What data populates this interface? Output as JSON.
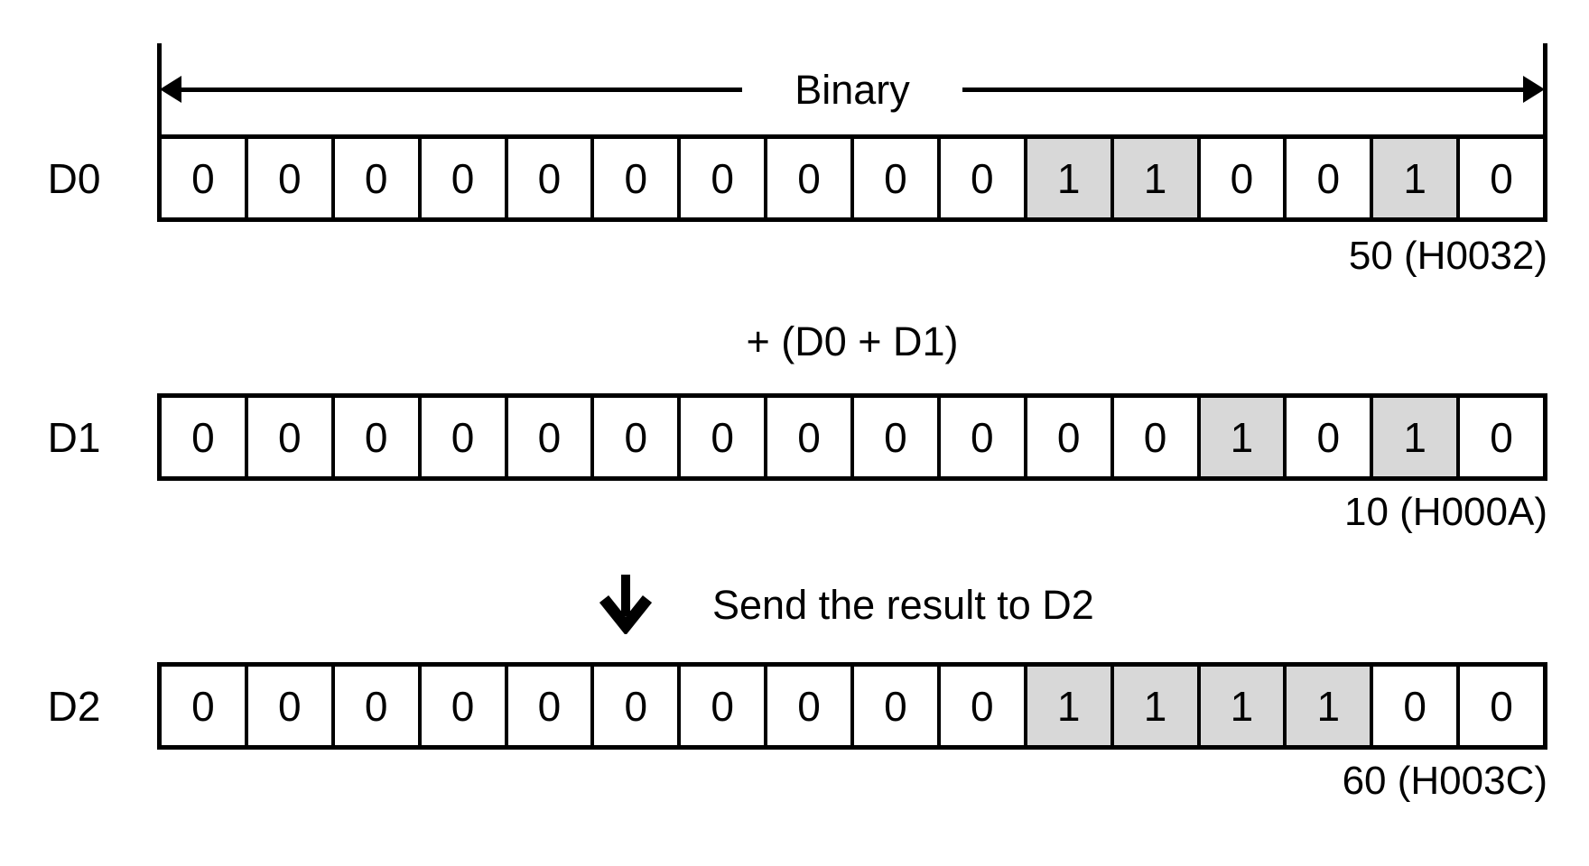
{
  "colors": {
    "highlight": "#d8d8d8",
    "line": "#000000",
    "background": "#ffffff"
  },
  "binary_span": {
    "label": "Binary"
  },
  "operation": {
    "label": "+ (D0 + D1)"
  },
  "transfer": {
    "arrow_icon": "down-arrow",
    "label": "Send the result to D2"
  },
  "registers": [
    {
      "name": "D0",
      "bits": [
        0,
        0,
        0,
        0,
        0,
        0,
        0,
        0,
        0,
        0,
        1,
        1,
        0,
        0,
        1,
        0
      ],
      "value_label": "50 (H0032)"
    },
    {
      "name": "D1",
      "bits": [
        0,
        0,
        0,
        0,
        0,
        0,
        0,
        0,
        0,
        0,
        0,
        0,
        1,
        0,
        1,
        0
      ],
      "value_label": "10 (H000A)"
    },
    {
      "name": "D2",
      "bits": [
        0,
        0,
        0,
        0,
        0,
        0,
        0,
        0,
        0,
        0,
        1,
        1,
        1,
        1,
        0,
        0
      ],
      "value_label": "60 (H003C)"
    }
  ]
}
